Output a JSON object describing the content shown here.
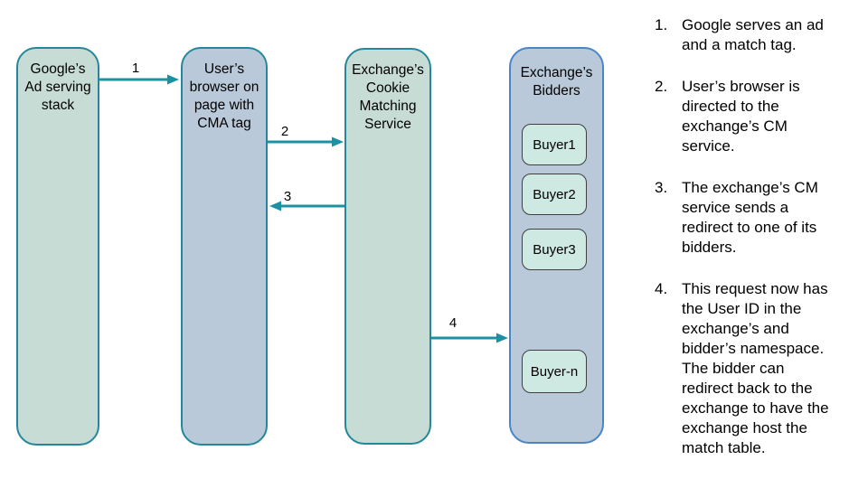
{
  "colors": {
    "background": "#ffffff",
    "green_node_fill": "#c7dcd4",
    "blue_node_fill": "#b9c9d9",
    "teal_border": "#24879a",
    "blue_border": "#4a85c7",
    "buyer_fill": "#cee8e2",
    "buyer_border": "#3f3f3f",
    "arrow": "#1c91a3",
    "text": "#000000"
  },
  "diagram": {
    "nodes": [
      {
        "title": "Google’s\nAd serving\nstack"
      },
      {
        "title": "User’s\nbrowser on\npage with\nCMA tag"
      },
      {
        "title": "Exchange’s\nCookie\nMatching\nService"
      },
      {
        "title": "Exchange’s\nBidders"
      }
    ],
    "buyers": [
      "Buyer1",
      "Buyer2",
      "Buyer3",
      "Buyer-n"
    ],
    "arrow_labels": [
      "1",
      "2",
      "3",
      "4"
    ]
  },
  "steps": [
    {
      "num": "1.",
      "text": "Google serves an ad\nand a match tag."
    },
    {
      "num": "2.",
      "text": "User’s browser is\ndirected to the\nexchange’s CM\nservice."
    },
    {
      "num": "3.",
      "text": "The exchange’s CM\nservice sends a\nredirect to one of its\nbidders."
    },
    {
      "num": "4.",
      "text": "This request now has\nthe User ID in the\nexchange’s and\nbidder’s namespace.\nThe bidder can\nredirect back to the\nexchange to have the\nexchange host the\nmatch table."
    }
  ]
}
